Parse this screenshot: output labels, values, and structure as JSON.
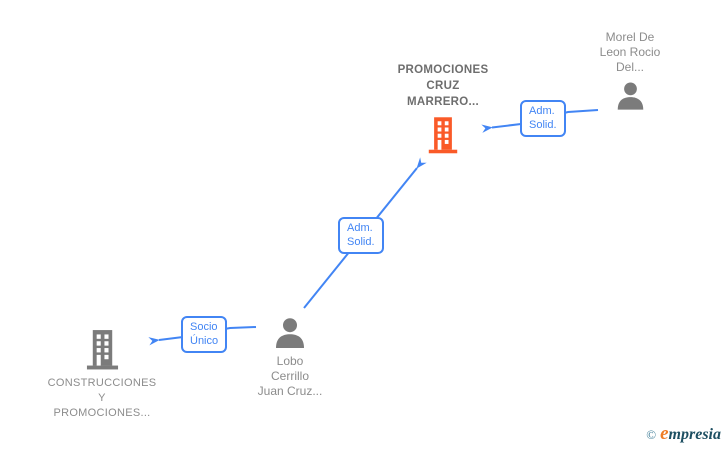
{
  "diagram": {
    "nodes": {
      "promociones": {
        "lines": [
          "PROMOCIONES",
          "CRUZ",
          "MARRERO..."
        ],
        "icon": "building-icon",
        "role": "focus-company",
        "icon_color": "#fa5a28",
        "text_color": "#6e6e6e"
      },
      "morel": {
        "lines": [
          "Morel De",
          "Leon Rocio",
          "Del..."
        ],
        "icon": "person-icon",
        "role": "person",
        "icon_color": "#7b7b7b",
        "text_color": "#8c8c8c"
      },
      "construcciones": {
        "lines": [
          "CONSTRUCCIONES",
          "Y",
          "PROMOCIONES..."
        ],
        "icon": "building-icon",
        "role": "company",
        "icon_color": "#7b7b7b",
        "text_color": "#8c8c8c"
      },
      "lobo": {
        "lines": [
          "Lobo",
          "Cerrillo",
          "Juan Cruz..."
        ],
        "icon": "person-icon",
        "role": "person",
        "icon_color": "#7b7b7b",
        "text_color": "#8c8c8c"
      }
    },
    "edges": [
      {
        "from": "morel",
        "to": "promociones",
        "label_lines": [
          "Adm.",
          "Solid."
        ]
      },
      {
        "from": "lobo",
        "to": "promociones",
        "label_lines": [
          "Adm.",
          "Solid."
        ]
      },
      {
        "from": "lobo",
        "to": "construcciones",
        "label_lines": [
          "Socio",
          "Único"
        ]
      }
    ],
    "edge_color": "#4285f4"
  },
  "footer": {
    "logo": {
      "copyright": "©",
      "brand_first_letter": "e",
      "brand_rest": "mpresia",
      "copyright_color": "#44809a",
      "first_letter_color": "#ef7d26",
      "rest_color": "#1d4f62"
    }
  }
}
